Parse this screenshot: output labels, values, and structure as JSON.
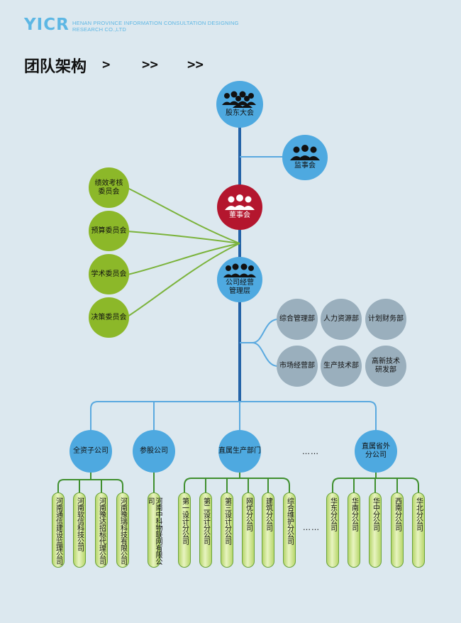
{
  "header": {
    "logo": "YICR",
    "company_line1": "HENAN PROVINCE INFORMATION CONSULTATION DESIGNING",
    "company_line2": "RESEARCH CO.,LTD",
    "title": "团队架构",
    "chevrons": [
      ">",
      ">>",
      ">>"
    ]
  },
  "colors": {
    "main_line": "#2463a8",
    "blue_node": "#4ea9e0",
    "red_node": "#b4162e",
    "green_node": "#8cb829",
    "grey_node": "#9aafbd",
    "green_line": "#6aa33a"
  },
  "nodes": {
    "shareholders": "股东大会",
    "supervisors": "监事会",
    "board": "董事会",
    "management": [
      "公司经营",
      "管理层"
    ]
  },
  "committees": [
    [
      "绩效考核",
      "委员会"
    ],
    [
      "预算委员会"
    ],
    [
      "学术委员会"
    ],
    [
      "决策委员会"
    ]
  ],
  "departments": [
    [
      "综合管理部"
    ],
    [
      "人力资源部"
    ],
    [
      "计划财务部"
    ],
    [
      "市场经营部"
    ],
    [
      "生产技术部"
    ],
    [
      "高新技术",
      "研发部"
    ]
  ],
  "groups": [
    {
      "label": [
        "全资子公司"
      ]
    },
    {
      "label": [
        "参股公司"
      ]
    },
    {
      "label": [
        "直属生产部门"
      ]
    },
    {
      "label": [
        "直属省外",
        "分公司"
      ]
    }
  ],
  "group_ellipsis": "……",
  "subsidiaries": [
    "河南通信建设监理公司",
    "河南软信科技公司",
    "河南豫达招标代理公司",
    "河南豫瑞科技有限公司",
    "河南中科物联网有限公司",
    "第一设计分公司",
    "第二设计分公司",
    "第三设计分公司",
    "网优分公司",
    "建筑分公司",
    "综合维护分公司",
    "华东分公司",
    "华南分公司",
    "华中分公司",
    "西南分公司",
    "华北分公司"
  ],
  "pill_ellipsis": "……"
}
